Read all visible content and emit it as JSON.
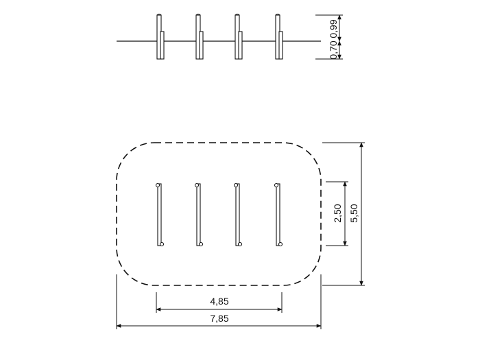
{
  "elevation_dims": {
    "upper": "0,99",
    "lower": "0,70"
  },
  "plan_dims": {
    "inner_height": "2,50",
    "outer_height": "5,50",
    "inner_width": "4,85",
    "outer_width": "7,85"
  },
  "elements": {
    "count": 4
  }
}
